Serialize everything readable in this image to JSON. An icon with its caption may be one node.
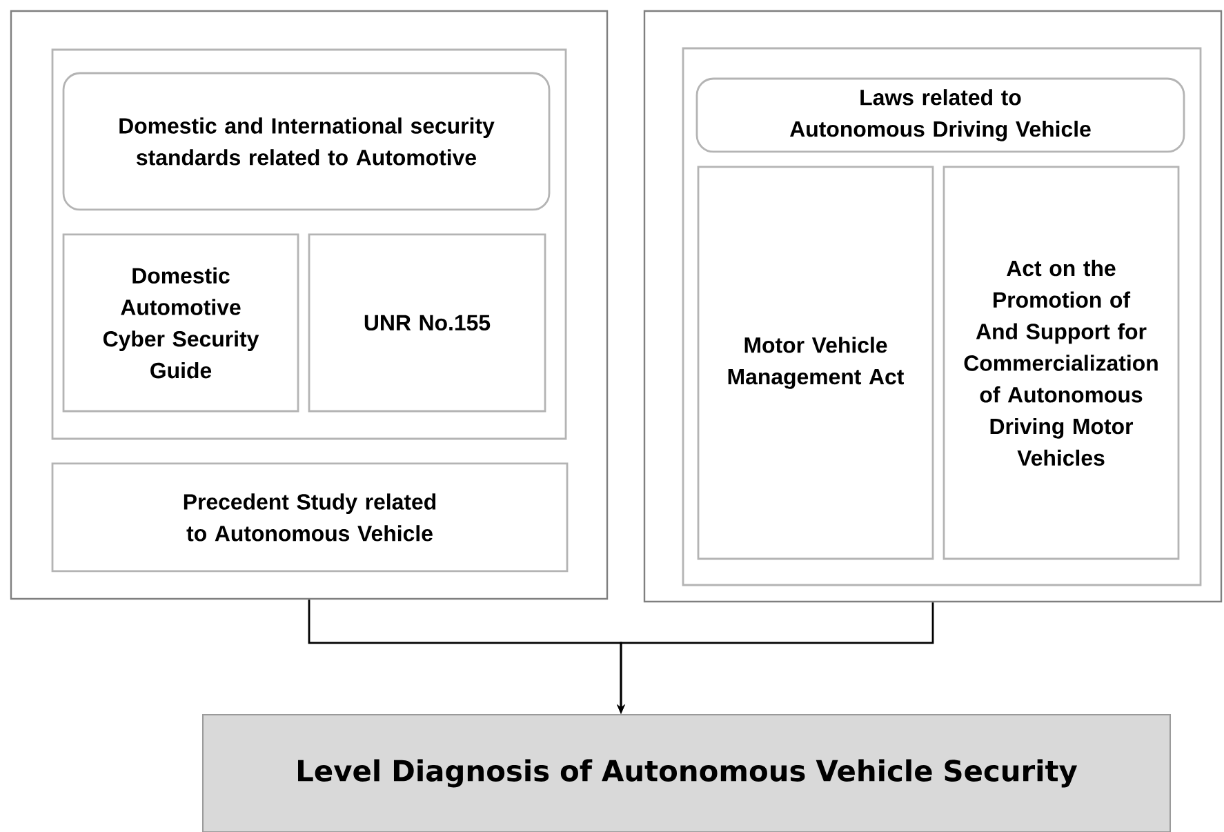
{
  "diagram": {
    "nodes": [
      {
        "text": [],
        "shape": "box"
      },
      {
        "text": [],
        "shape": "box",
        "in": 0
      },
      {
        "text": [
          "Domestic and International security standards related to Automotive"
        ],
        "in": 1
      },
      {
        "text": [
          "Domestic Automotive Cyber Security Guide"
        ],
        "in": 1
      },
      {
        "text": [
          "UNR No.155"
        ],
        "in": 1
      },
      {
        "text": [
          "Precedent Study related to Autonomous Vehicle"
        ],
        "in": 0
      },
      {
        "text": [],
        "shape": "box"
      },
      {
        "text": [],
        "shape": "box",
        "in": 6
      },
      {
        "text": [
          "Laws related to Autonomous Driving Vehicle"
        ],
        "in": 7
      },
      {
        "text": [
          "Motor Vehicle Management Act"
        ],
        "in": 7
      },
      {
        "text": [
          "Act on the Promotion of And Support for Commercialization of Autonomous Driving Motor Vehicles"
        ],
        "in": 7
      },
      {
        "text": [
          "Level Diagnosis of Autonomous Vehicle Security"
        ]
      }
    ],
    "edges": [
      {
        "from": 0,
        "to": 11,
        "arrow": "to"
      },
      {
        "from": 6,
        "to": 11,
        "arrow": "to"
      }
    ]
  }
}
